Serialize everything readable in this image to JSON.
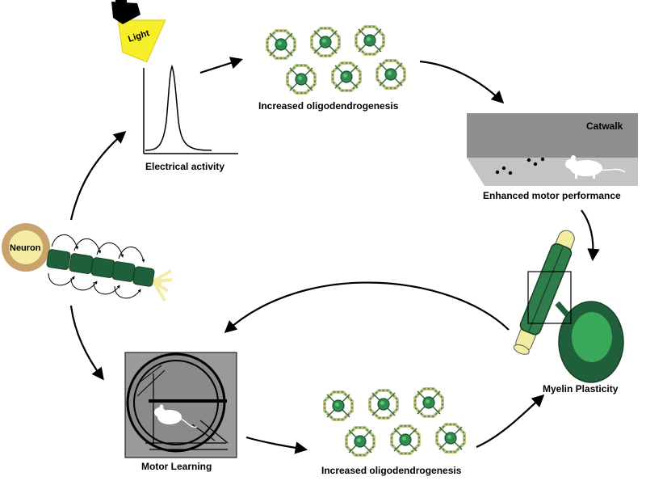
{
  "labels": {
    "light": "Light",
    "electrical_activity": "Electrical activity",
    "oligo_top": "Increased oligodendrogenesis",
    "catwalk": "Catwalk",
    "enhanced_motor": "Enhanced motor performance",
    "neuron": "Neuron",
    "myelin_plasticity": "Myelin Plasticity",
    "motor_learning": "Motor Learning",
    "oligo_bottom": "Increased oligodendrogenesis"
  },
  "colors": {
    "myelin_dark": "#1f5f3a",
    "myelin_mid": "#2e7d4a",
    "cell_light": "#3aa85a",
    "axon_yellow": "#f2eda0",
    "neuron_ring": "#c9a36b",
    "light_yellow": "#f7ef2a",
    "catwalk_gray": "#8e8e8e",
    "wheel_box_gray": "#9a9a9a"
  },
  "icons": {
    "lamp": "lamp-icon",
    "mouse": "mouse-icon",
    "running_wheel": "running-wheel-icon"
  }
}
